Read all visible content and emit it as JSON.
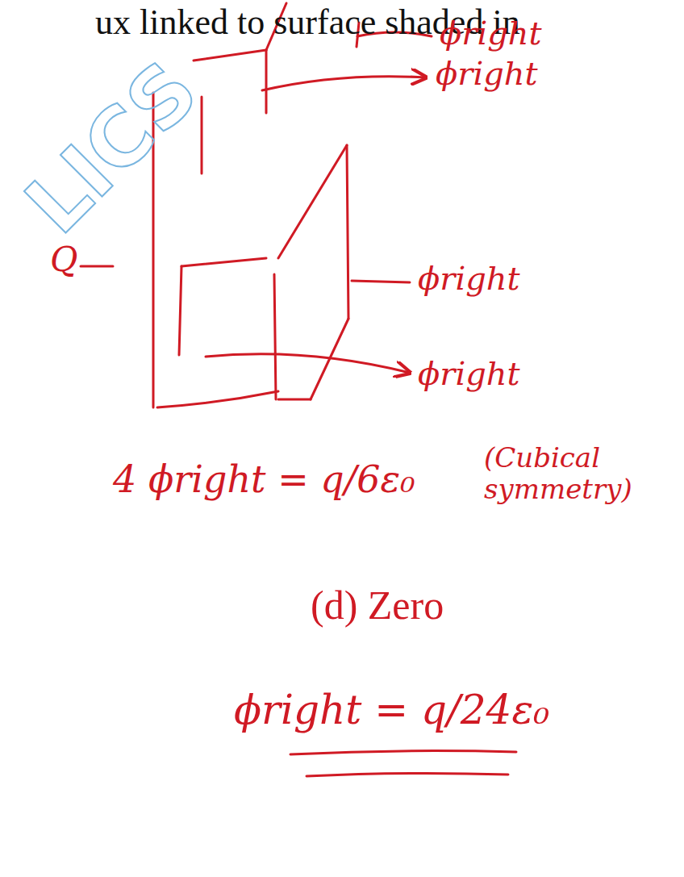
{
  "diagram": {
    "title": "ux linked to surface shaded in",
    "labels": [
      "LICS",
      "ϕright",
      "ϕright",
      "ϕright",
      "ϕright",
      "Q",
      "4 ϕright = q/6ε₀",
      "(Cubical symmetry)",
      "(d) Zero",
      "ϕright = q/24ε₀"
    ]
  }
}
